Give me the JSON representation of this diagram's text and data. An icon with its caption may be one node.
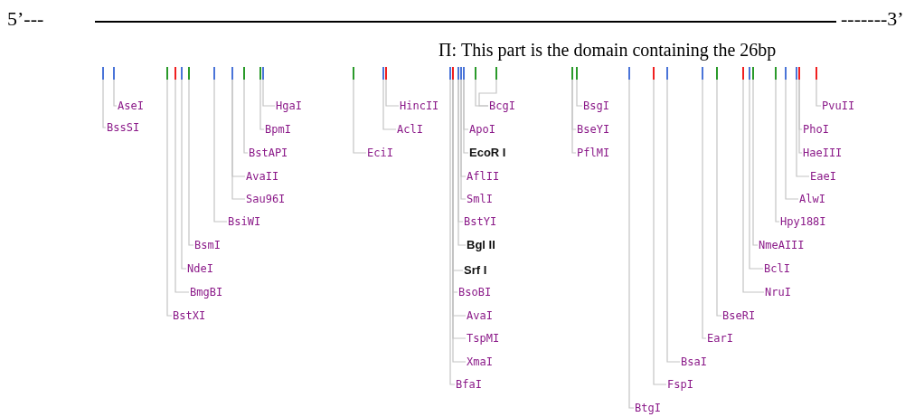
{
  "diagram": {
    "nodes": [
      {
        "text": [],
        "shape": "bar"
      },
      {
        "text": [],
        "shape": "bar"
      },
      {
        "text": [],
        "shape": "bar"
      },
      {
        "text": [],
        "shape": "bar"
      },
      {
        "text": [],
        "shape": "bar"
      },
      {
        "text": [],
        "shape": "bar"
      },
      {
        "text": [],
        "shape": "bar"
      },
      {
        "text": [],
        "shape": "bar"
      },
      {
        "text": [],
        "shape": "bar"
      },
      {
        "text": [],
        "shape": "bar"
      },
      {
        "text": [],
        "shape": "bar"
      },
      {
        "text": [],
        "shape": "bar"
      },
      {
        "text": [],
        "shape": "bar"
      },
      {
        "text": [],
        "shape": "bar"
      },
      {
        "text": [],
        "shape": "bar"
      },
      {
        "text": [],
        "shape": "bar"
      },
      {
        "text": [],
        "shape": "bar"
      },
      {
        "text": [],
        "shape": "bar"
      },
      {
        "text": [],
        "shape": "bar"
      },
      {
        "text": [],
        "shape": "bar"
      },
      {
        "text": [],
        "shape": "bar"
      },
      {
        "text": [],
        "shape": "bar"
      },
      {
        "text": [],
        "shape": "bar"
      },
      {
        "text": [],
        "shape": "bar"
      },
      {
        "text": [],
        "shape": "bar"
      },
      {
        "text": [],
        "shape": "bar"
      },
      {
        "text": [],
        "shape": "bar"
      },
      {
        "text": [],
        "shape": "bar"
      },
      {
        "text": [],
        "shape": "bar"
      },
      {
        "text": [],
        "shape": "bar"
      },
      {
        "text": [],
        "shape": "bar"
      },
      {
        "text": [],
        "shape": "bar"
      },
      {
        "text": [],
        "shape": "bar"
      },
      {
        "text": [],
        "shape": "bar"
      },
      {
        "text": [],
        "shape": "bar"
      },
      {
        "text": [],
        "shape": "bar"
      },
      {
        "text": [
          "AseI"
        ]
      },
      {
        "text": [
          "BssSI"
        ]
      },
      {
        "text": [
          "HgaI"
        ]
      },
      {
        "text": [
          "BpmI"
        ]
      },
      {
        "text": [
          "BstAPI"
        ]
      },
      {
        "text": [
          "AvaII"
        ]
      },
      {
        "text": [
          "Sau96I"
        ]
      },
      {
        "text": [
          "BsiWI"
        ]
      },
      {
        "text": [
          "BsmI"
        ]
      },
      {
        "text": [
          "NdeI"
        ]
      },
      {
        "text": [
          "BmgBI"
        ]
      },
      {
        "text": [
          "BstXI"
        ]
      },
      {
        "text": [
          "HincII"
        ]
      },
      {
        "text": [
          "AclI"
        ]
      },
      {
        "text": [
          "EciI"
        ]
      },
      {
        "text": [
          "BcgI"
        ]
      },
      {
        "text": [
          "ApoI"
        ]
      },
      {
        "text": [
          "EcoR I"
        ]
      },
      {
        "text": [
          "AflII"
        ]
      },
      {
        "text": [
          "SmlI"
        ]
      },
      {
        "text": [
          "BstYI"
        ]
      },
      {
        "text": [
          "Bgl II"
        ]
      },
      {
        "text": [
          "Srf I"
        ]
      },
      {
        "text": [
          "BsoBI"
        ]
      },
      {
        "text": [
          "AvaI"
        ]
      },
      {
        "text": [
          "TspMI"
        ]
      },
      {
        "text": [
          "XmaI"
        ]
      },
      {
        "text": [
          "BfaI"
        ]
      },
      {
        "text": [
          "BsgI"
        ]
      },
      {
        "text": [
          "BseYI"
        ]
      },
      {
        "text": [
          "PflMI"
        ]
      },
      {
        "text": [
          "PvuII"
        ]
      },
      {
        "text": [
          "PhoI"
        ]
      },
      {
        "text": [
          "HaeIII"
        ]
      },
      {
        "text": [
          "EaeI"
        ]
      },
      {
        "text": [
          "AlwI"
        ]
      },
      {
        "text": [
          "Hpy188I"
        ]
      },
      {
        "text": [
          "NmeAIII"
        ]
      },
      {
        "text": [
          "BclI"
        ]
      },
      {
        "text": [
          "NruI"
        ]
      },
      {
        "text": [
          "BseRI"
        ]
      },
      {
        "text": [
          "EarI"
        ]
      },
      {
        "text": [
          "BsaI"
        ]
      },
      {
        "text": [
          "FspI"
        ]
      },
      {
        "text": [
          "BtgI"
        ]
      }
    ],
    "edges": [
      {
        "from": 36,
        "to": 1,
        "arrow": "none"
      },
      {
        "from": 37,
        "to": 0,
        "arrow": "none"
      },
      {
        "from": 38,
        "to": 10,
        "arrow": "none"
      },
      {
        "from": 39,
        "to": 9,
        "arrow": "none"
      },
      {
        "from": 40,
        "to": 8,
        "arrow": "none"
      },
      {
        "from": 41,
        "to": 7,
        "arrow": "none"
      },
      {
        "from": 42,
        "to": 7,
        "arrow": "none"
      },
      {
        "from": 43,
        "to": 6,
        "arrow": "none"
      },
      {
        "from": 44,
        "to": 5,
        "arrow": "none"
      },
      {
        "from": 45,
        "to": 4,
        "arrow": "none"
      },
      {
        "from": 46,
        "to": 3,
        "arrow": "none"
      },
      {
        "from": 47,
        "to": 2,
        "arrow": "none"
      },
      {
        "from": 48,
        "to": 13,
        "arrow": "none"
      },
      {
        "from": 49,
        "to": 12,
        "arrow": "none"
      },
      {
        "from": 50,
        "to": 11,
        "arrow": "none"
      },
      {
        "from": 51,
        "to": 19,
        "arrow": "none"
      },
      {
        "from": 51,
        "to": 20,
        "arrow": "none"
      },
      {
        "from": 52,
        "to": 18,
        "arrow": "none"
      },
      {
        "from": 53,
        "to": 18,
        "arrow": "none"
      },
      {
        "from": 54,
        "to": 17,
        "arrow": "none"
      },
      {
        "from": 55,
        "to": 17,
        "arrow": "none"
      },
      {
        "from": 56,
        "to": 16,
        "arrow": "none"
      },
      {
        "from": 57,
        "to": 16,
        "arrow": "none"
      },
      {
        "from": 58,
        "to": 15,
        "arrow": "none"
      },
      {
        "from": 59,
        "to": 15,
        "arrow": "none"
      },
      {
        "from": 60,
        "to": 15,
        "arrow": "none"
      },
      {
        "from": 61,
        "to": 15,
        "arrow": "none"
      },
      {
        "from": 62,
        "to": 15,
        "arrow": "none"
      },
      {
        "from": 63,
        "to": 14,
        "arrow": "none"
      },
      {
        "from": 64,
        "to": 22,
        "arrow": "none"
      },
      {
        "from": 65,
        "to": 21,
        "arrow": "none"
      },
      {
        "from": 66,
        "to": 21,
        "arrow": "none"
      },
      {
        "from": 67,
        "to": 35,
        "arrow": "none"
      },
      {
        "from": 68,
        "to": 34,
        "arrow": "none"
      },
      {
        "from": 69,
        "to": 34,
        "arrow": "none"
      },
      {
        "from": 70,
        "to": 33,
        "arrow": "none"
      },
      {
        "from": 71,
        "to": 32,
        "arrow": "none"
      },
      {
        "from": 72,
        "to": 31,
        "arrow": "none"
      },
      {
        "from": 73,
        "to": 30,
        "arrow": "none"
      },
      {
        "from": 74,
        "to": 29,
        "arrow": "none"
      },
      {
        "from": 75,
        "to": 28,
        "arrow": "none"
      },
      {
        "from": 76,
        "to": 27,
        "arrow": "none"
      },
      {
        "from": 77,
        "to": 26,
        "arrow": "none"
      },
      {
        "from": 78,
        "to": 25,
        "arrow": "none"
      },
      {
        "from": 79,
        "to": 24,
        "arrow": "none"
      },
      {
        "from": 80,
        "to": 23,
        "arrow": "none"
      }
    ],
    "labels": [
      "5’---",
      "-------3’",
      "Π: This part is the domain containing the 26bp"
    ]
  }
}
